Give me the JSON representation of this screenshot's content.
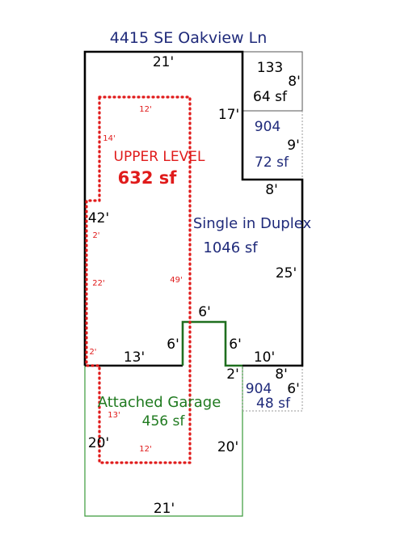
{
  "address": "4415 SE Oakview Ln",
  "colors": {
    "main_outline": "#000000",
    "navy_text": "#1f2a7a",
    "upper_level": "#e01b1b",
    "garage": "#1f7a1f",
    "garage_thin": "#3a9a3a",
    "annex_outline": "#777777"
  },
  "main": {
    "name": "Single in Duplex",
    "area": "1046 sf",
    "dims": {
      "top": "21'",
      "left": "42'",
      "right": "25'",
      "notch_v": "17'",
      "notch_h": "8'",
      "bottom_left": "13'",
      "bottom_right": "10'",
      "step_left": "6'",
      "step_top": "6'",
      "step_right": "6'"
    }
  },
  "annex_133": {
    "code": "133",
    "area": "64 sf",
    "dim": "8'"
  },
  "annex_904_top": {
    "code": "904",
    "area": "72 sf",
    "dim": "9'"
  },
  "annex_904_bottom": {
    "code": "904",
    "area": "48 sf",
    "dim_w": "8'",
    "dim_h": "6'",
    "dim_small": "2'"
  },
  "upper": {
    "name": "UPPER LEVEL",
    "area": "632 sf",
    "dims": {
      "top": "12'",
      "d14": "14'",
      "d2a": "2'",
      "d22": "22'",
      "d49": "49'",
      "d2b": "2'",
      "d13": "13'",
      "bottom": "12'"
    }
  },
  "garage": {
    "name": "Attached Garage",
    "area": "456 sf",
    "dims": {
      "left": "20'",
      "right": "20'",
      "bottom": "21'"
    }
  }
}
